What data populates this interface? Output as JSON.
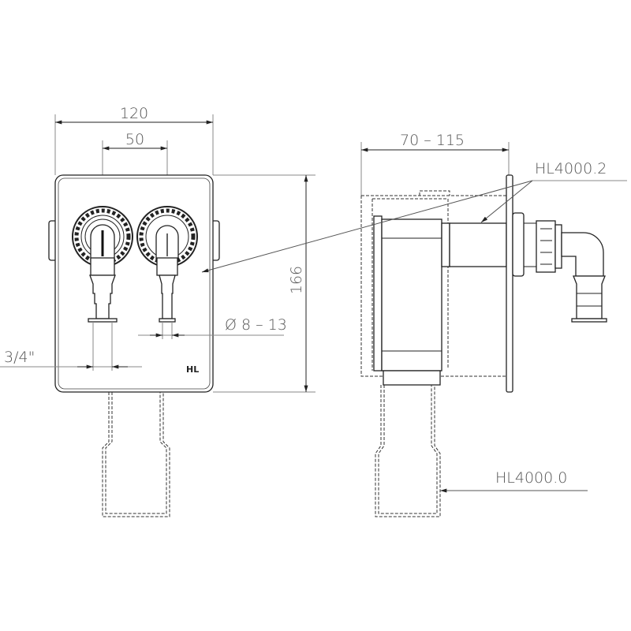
{
  "dimensions": {
    "width_total": "120",
    "outlet_spacing": "50",
    "height_total": "166",
    "hose_diameter": "Ø 8 – 13",
    "thread_size": "3/4\"",
    "install_depth": "70 – 115"
  },
  "labels": {
    "part_front_plate": "HL4000.2",
    "part_body": "HL4000.0",
    "logo": "HL"
  }
}
